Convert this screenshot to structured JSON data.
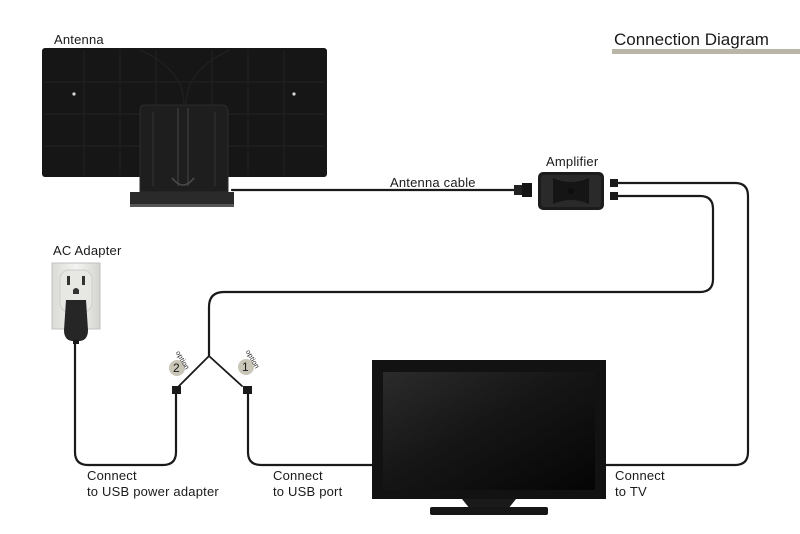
{
  "title": "Connection Diagram",
  "labels": {
    "antenna": "Antenna",
    "amplifier": "Amplifier",
    "antenna_cable": "Antenna cable",
    "ac_adapter": "AC Adapter",
    "connect_usb_power": "Connect\nto USB power adapter",
    "connect_usb_port": "Connect\nto USB port",
    "connect_tv": "Connect\nto TV"
  },
  "options": [
    {
      "number": "2",
      "word": "option"
    },
    {
      "number": "1",
      "word": "option"
    }
  ],
  "colors": {
    "cable": "#1a1a1a",
    "title_bar": "#b9b6a8",
    "option_badge": "#c9c6b8",
    "antenna": "#161616",
    "tv_bezel": "#121212",
    "outlet": "#eeeeec"
  }
}
